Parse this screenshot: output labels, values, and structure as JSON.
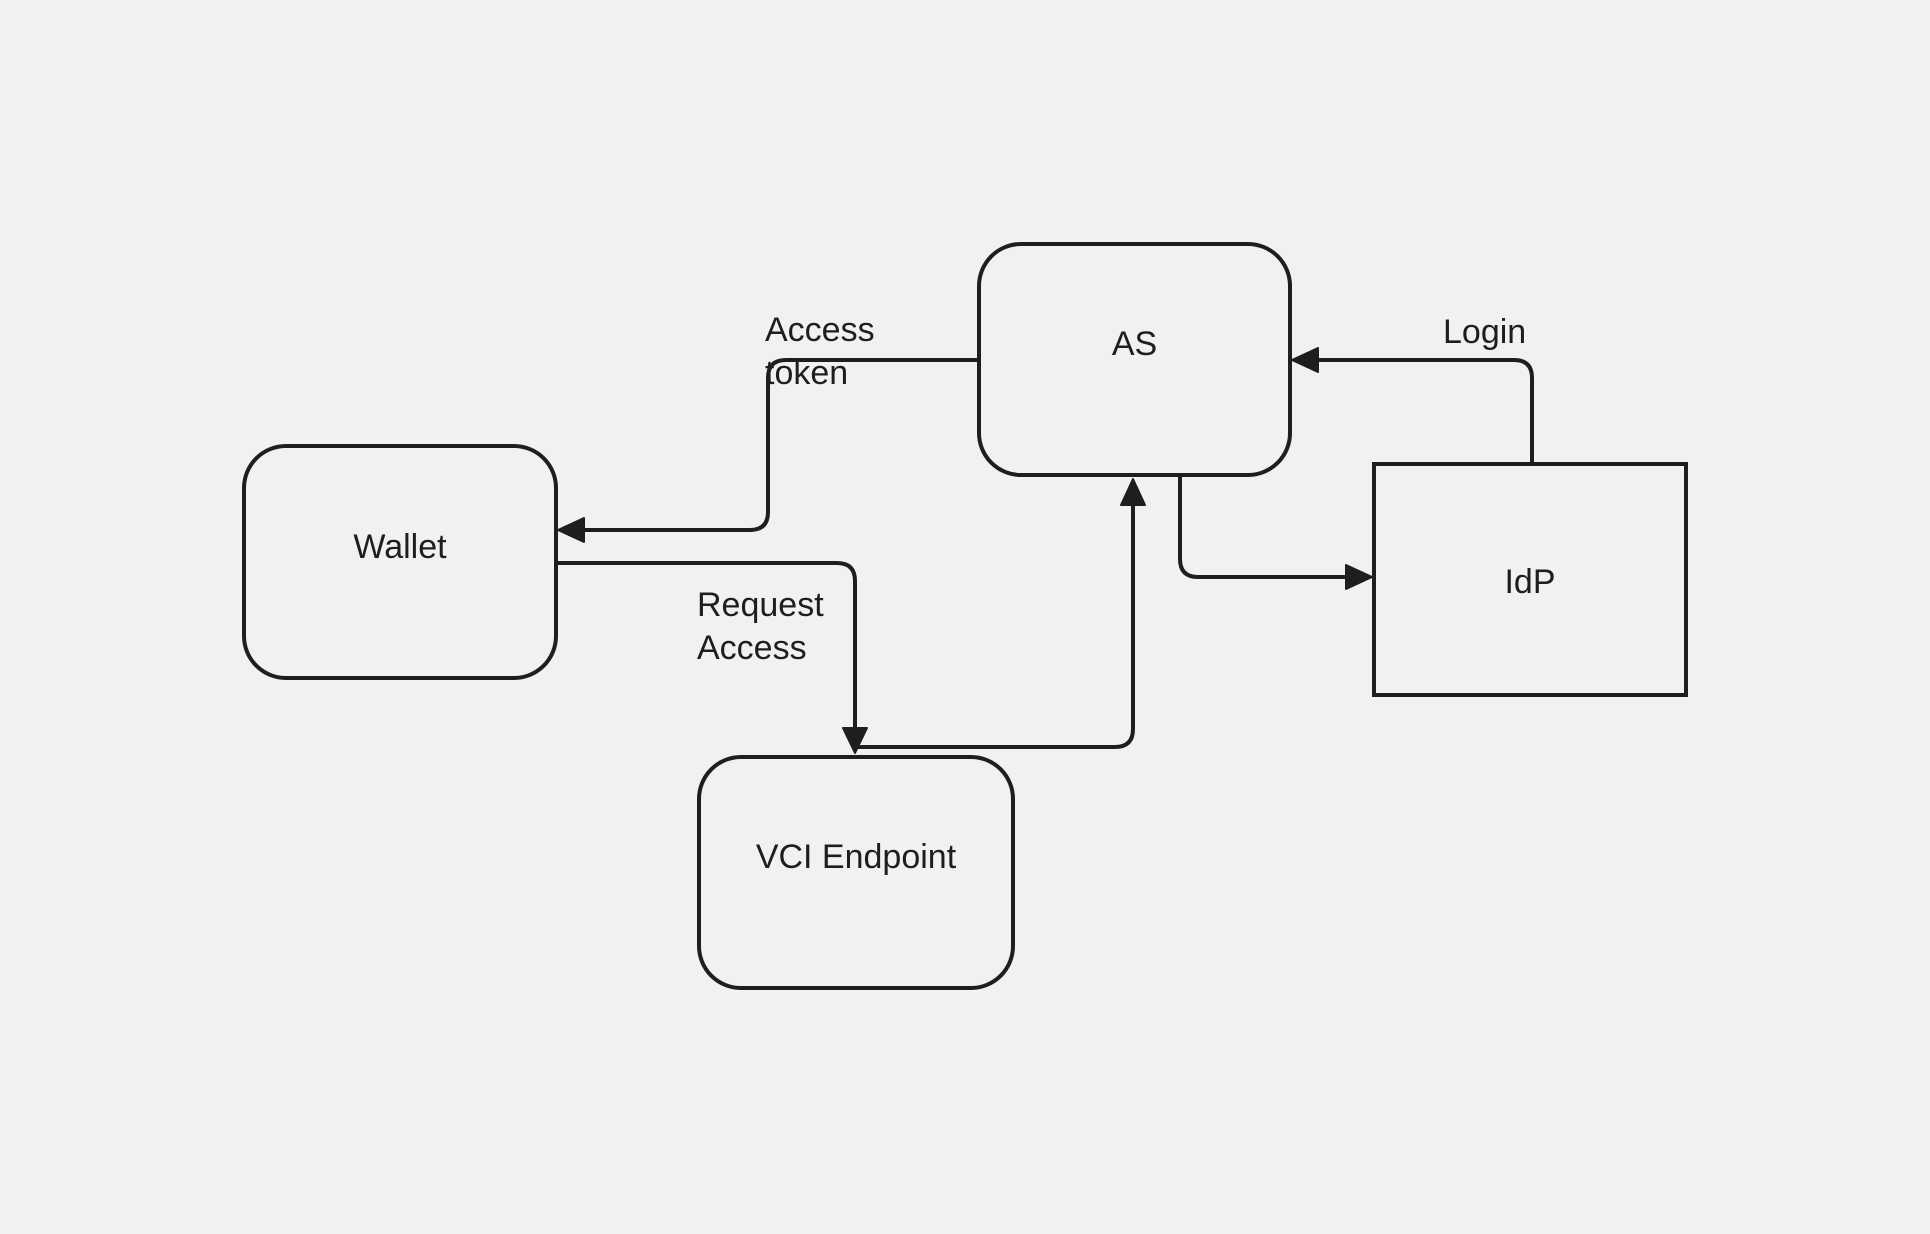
{
  "diagram": {
    "background_color": "#f1f1f0",
    "stroke_color": "#1e1e1e",
    "nodes": [
      {
        "id": "as",
        "label": "AS",
        "shape": "rounded-rectangle"
      },
      {
        "id": "wallet",
        "label": "Wallet",
        "shape": "rounded-rectangle"
      },
      {
        "id": "vci-endpoint",
        "label": "VCI Endpoint",
        "shape": "rounded-rectangle"
      },
      {
        "id": "idp",
        "label": "IdP",
        "shape": "rectangle"
      }
    ],
    "edges": [
      {
        "id": "login",
        "label": "Login",
        "from": "IdP",
        "to": "AS"
      },
      {
        "id": "access-token",
        "label": "Access\ntoken",
        "from": "AS",
        "to": "Wallet"
      },
      {
        "id": "request-access",
        "label": "Request\nAccess",
        "from": "Wallet",
        "to": "VCI Endpoint"
      },
      {
        "id": "vci-to-as",
        "label": "",
        "from": "VCI Endpoint",
        "to": "AS"
      },
      {
        "id": "as-to-idp",
        "label": "",
        "from": "AS",
        "to": "IdP"
      }
    ]
  }
}
